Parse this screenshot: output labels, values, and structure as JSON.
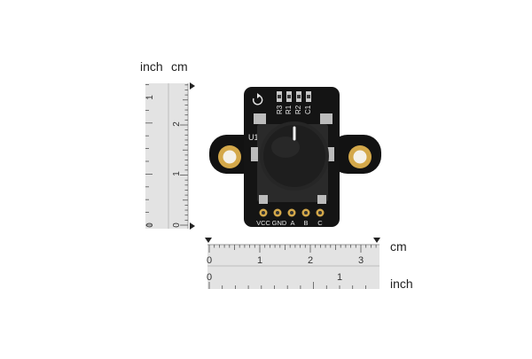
{
  "ruler_vertical": {
    "unit_inch": "inch",
    "unit_cm": "cm",
    "inch_ticks": [
      "1",
      "0"
    ],
    "cm_ticks": [
      "2",
      "1",
      "0"
    ]
  },
  "ruler_horizontal": {
    "unit_cm": "cm",
    "unit_inch": "inch",
    "cm_ticks": [
      "0",
      "1",
      "2",
      "3"
    ],
    "inch_ticks": [
      "0",
      "1"
    ]
  },
  "board": {
    "silkscreen": [
      "R3",
      "R1",
      "R2",
      "C1",
      "U1"
    ],
    "pins": [
      "VCC",
      "GND",
      "A",
      "B",
      "C"
    ],
    "colors": {
      "pcb": "#111111",
      "gold": "#d4a84a",
      "knob": "#1e1e1e",
      "ruler": "#dedede"
    }
  }
}
